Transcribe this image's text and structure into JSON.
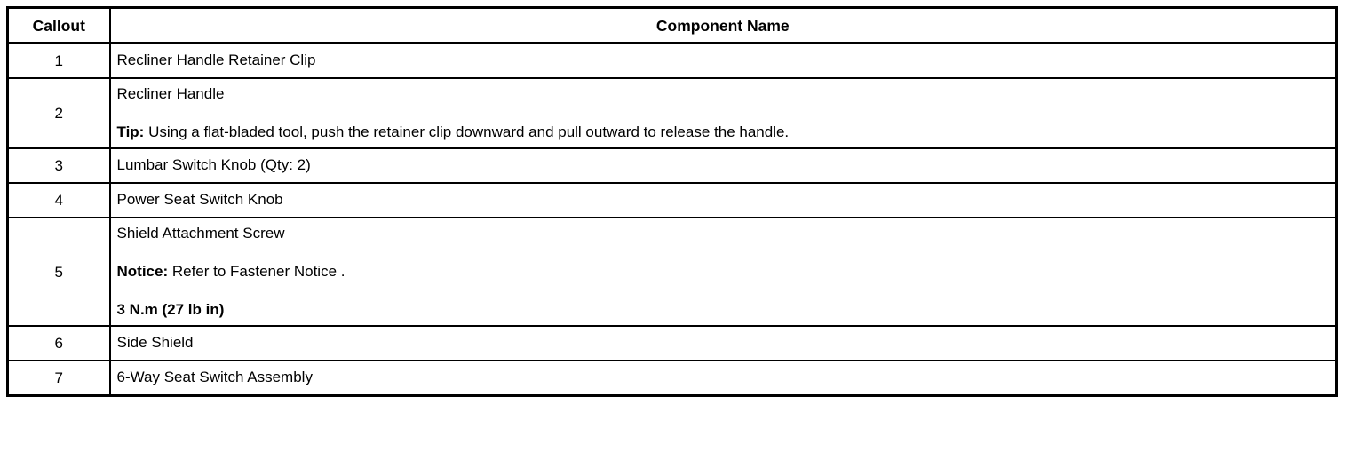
{
  "table": {
    "columns": [
      {
        "key": "callout",
        "label": "Callout",
        "align": "center"
      },
      {
        "key": "component_name",
        "label": "Component Name",
        "align": "center"
      }
    ],
    "rows": [
      {
        "callout": "1",
        "blocks": [
          {
            "bold_prefix": "",
            "text": "Recliner Handle Retainer Clip",
            "all_bold": false
          }
        ]
      },
      {
        "callout": "2",
        "blocks": [
          {
            "bold_prefix": "",
            "text": "Recliner Handle",
            "all_bold": false
          },
          {
            "bold_prefix": "Tip:",
            "text": " Using a flat-bladed tool, push the retainer clip downward and pull outward to release the handle.",
            "all_bold": false
          }
        ]
      },
      {
        "callout": "3",
        "blocks": [
          {
            "bold_prefix": "",
            "text": "Lumbar Switch Knob (Qty: 2)",
            "all_bold": false
          }
        ]
      },
      {
        "callout": "4",
        "blocks": [
          {
            "bold_prefix": "",
            "text": "Power Seat Switch Knob",
            "all_bold": false
          }
        ]
      },
      {
        "callout": "5",
        "blocks": [
          {
            "bold_prefix": "",
            "text": "Shield Attachment Screw",
            "all_bold": false
          },
          {
            "bold_prefix": "Notice:",
            "text": " Refer to Fastener Notice .",
            "all_bold": false
          },
          {
            "bold_prefix": "",
            "text": "3 N.m (27 lb in)",
            "all_bold": true
          }
        ]
      },
      {
        "callout": "6",
        "blocks": [
          {
            "bold_prefix": "",
            "text": "Side Shield",
            "all_bold": false
          }
        ]
      },
      {
        "callout": "7",
        "blocks": [
          {
            "bold_prefix": "",
            "text": "6-Way Seat Switch Assembly",
            "all_bold": false
          }
        ]
      }
    ]
  },
  "style": {
    "border_color": "#000000",
    "text_color": "#000000",
    "background": "#ffffff"
  }
}
